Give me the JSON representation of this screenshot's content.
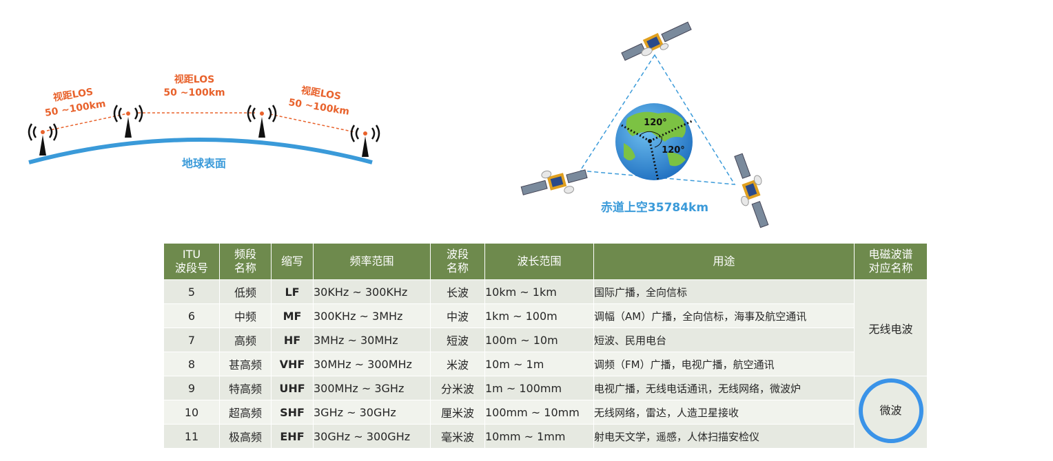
{
  "los_diagram": {
    "hop_labels": [
      {
        "line1": "视距LOS",
        "line2": "50 ~100km"
      },
      {
        "line1": "视距LOS",
        "line2": "50 ~100km"
      },
      {
        "line1": "视距LOS",
        "line2": "50 ~100km"
      }
    ],
    "surface_label": "地球表面",
    "antenna_icon": "radio-tower-icon",
    "colors": {
      "label": "#e8622c",
      "surface": "#3a9ad9",
      "dash": "#e8622c"
    }
  },
  "satellite_diagram": {
    "angle_label_1": "120°",
    "angle_label_2": "120°",
    "orbit_label": "赤道上空35784km",
    "satellite_icon": "satellite-icon",
    "globe_icon": "globe-icon",
    "colors": {
      "orbit_label": "#3a9ad9",
      "triangle": "#3a9ad9"
    }
  },
  "table": {
    "headers": [
      "ITU\n波段号",
      "频段\n名称",
      "缩写",
      "频率范围",
      "波段\n名称",
      "波长范围",
      "用途",
      "电磁波谱\n对应名称"
    ],
    "rows": [
      {
        "no": "5",
        "band": "低频",
        "abbr": "LF",
        "freq": "30KHz ~ 300KHz",
        "wave": "长波",
        "wavelength": "10km ~ 1km",
        "use": "国际广播，全向信标"
      },
      {
        "no": "6",
        "band": "中频",
        "abbr": "MF",
        "freq": "300KHz ~ 3MHz",
        "wave": "中波",
        "wavelength": "1km ~ 100m",
        "use": "调幅（AM）广播，全向信标，海事及航空通讯"
      },
      {
        "no": "7",
        "band": "高频",
        "abbr": "HF",
        "freq": "3MHz ~ 30MHz",
        "wave": "短波",
        "wavelength": "100m ~ 10m",
        "use": "短波、民用电台"
      },
      {
        "no": "8",
        "band": "甚高频",
        "abbr": "VHF",
        "freq": "30MHz ~ 300MHz",
        "wave": "米波",
        "wavelength": "10m ~ 1m",
        "use": "调频（FM）广播，电视广播，航空通讯"
      },
      {
        "no": "9",
        "band": "特高频",
        "abbr": "UHF",
        "freq": "300MHz ~ 3GHz",
        "wave": "分米波",
        "wavelength": "1m ~ 100mm",
        "use": "电视广播，无线电话通讯，无线网络，微波炉"
      },
      {
        "no": "10",
        "band": "超高频",
        "abbr": "SHF",
        "freq": "3GHz ~ 30GHz",
        "wave": "厘米波",
        "wavelength": "100mm ~ 10mm",
        "use": "无线网络，雷达，人造卫星接收"
      },
      {
        "no": "11",
        "band": "极高频",
        "abbr": "EHF",
        "freq": "30GHz ~ 300GHz",
        "wave": "毫米波",
        "wavelength": "10mm ~ 1mm",
        "use": "射电天文学，遥感，人体扫描安检仪"
      }
    ],
    "spectrum": {
      "radio": "无线电波",
      "microwave": "微波"
    },
    "colors": {
      "header_bg": "#6e8a4d",
      "highlight_ring": "#3a93e8"
    }
  }
}
